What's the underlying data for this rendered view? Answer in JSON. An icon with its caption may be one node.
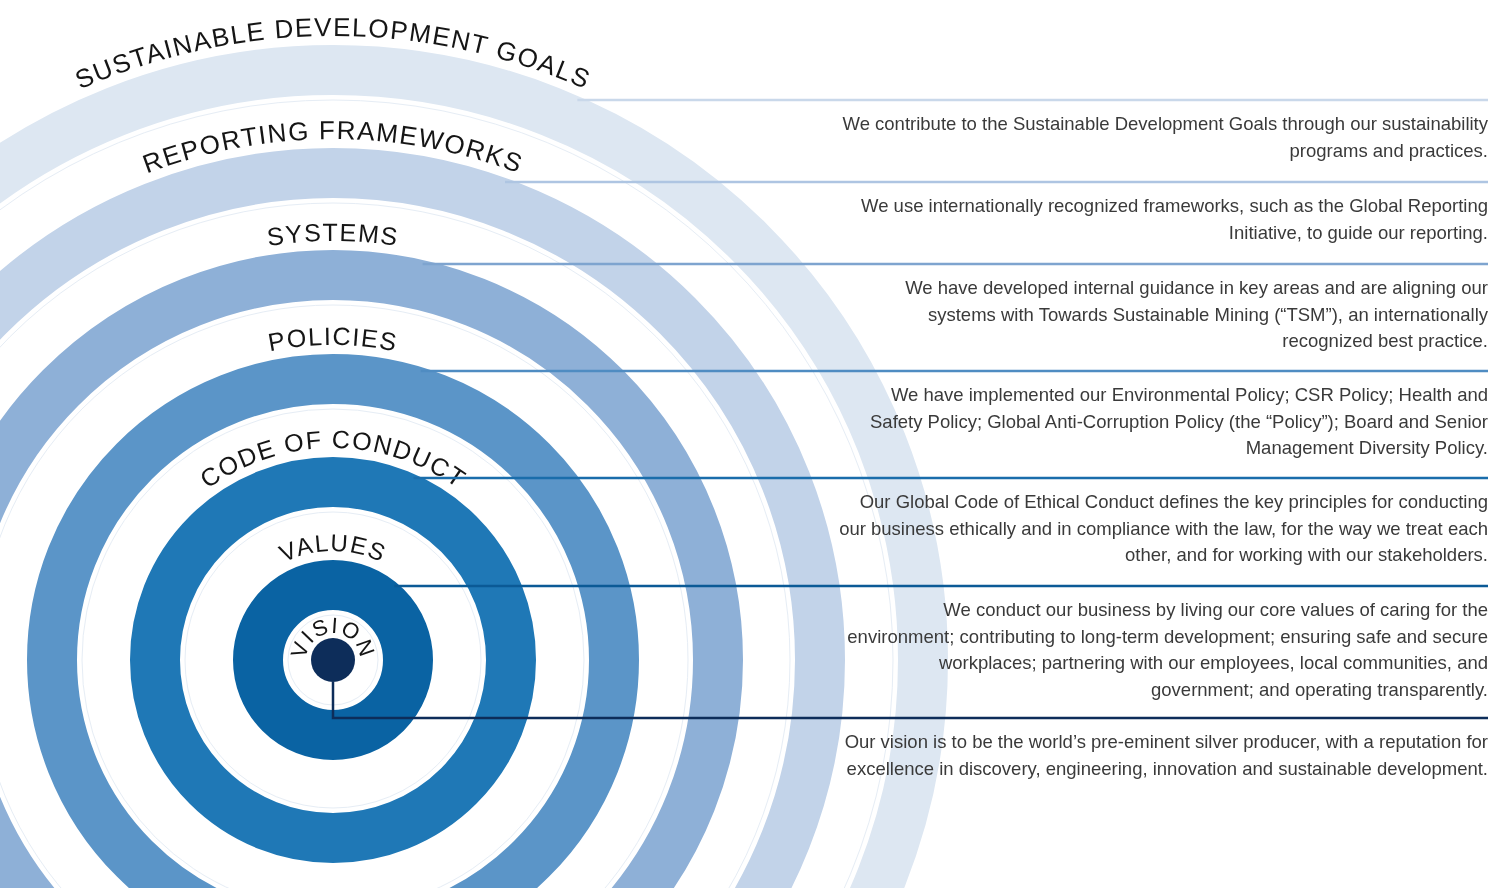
{
  "diagram": {
    "nodes": [
      {
        "text": [
          "SUSTAINABLE DEVELOPMENT GOALS"
        ]
      },
      {
        "text": [
          "We contribute to the Sustainable Development Goals through our sustainability programs and practices."
        ]
      },
      {
        "text": [
          "REPORTING FRAMEWORKS"
        ],
        "in": 0
      },
      {
        "text": [
          "We use internationally recognized frameworks, such as the Global Reporting Initiative, to guide our reporting."
        ]
      },
      {
        "text": [
          "SYSTEMS"
        ],
        "in": 2
      },
      {
        "text": [
          "We have developed internal guidance in key areas and are aligning our systems with Towards Sustainable Mining (“TSM”), an internationally recognized best practice."
        ]
      },
      {
        "text": [
          "POLICIES"
        ],
        "in": 4
      },
      {
        "text": [
          "We have implemented our Environmental Policy; CSR Policy; Health and Safety Policy; Global Anti-Corruption Policy (the “Policy”); Board and Senior Management Diversity Policy."
        ]
      },
      {
        "text": [
          "CODE OF CONDUCT"
        ],
        "in": 6
      },
      {
        "text": [
          "Our Global Code of Ethical Conduct defines the key principles for conducting our business ethically and in compliance with the law, for the way we treat each other, and for working with our stakeholders."
        ]
      },
      {
        "text": [
          "VALUES"
        ],
        "in": 8
      },
      {
        "text": [
          "We conduct our business by living our core values of caring for the environment; contributing to long-term development; ensuring safe and secure workplaces; partnering with our employees, local communities, and government; and operating transparently."
        ]
      },
      {
        "text": [
          "VISION"
        ],
        "in": 10
      },
      {
        "text": [
          "Our vision is to be the world’s pre-eminent silver producer, with a reputation for excellence in discovery, engineering, innovation and sustainable development."
        ]
      }
    ],
    "edges": [
      {
        "from": 0,
        "to": 1,
        "arrow": "none",
        "color": "#c9d8ea"
      },
      {
        "from": 2,
        "to": 3,
        "arrow": "none",
        "color": "#aec5e2"
      },
      {
        "from": 4,
        "to": 5,
        "arrow": "none",
        "color": "#7ea4cf"
      },
      {
        "from": 6,
        "to": 7,
        "arrow": "none",
        "color": "#4f8cc2"
      },
      {
        "from": 8,
        "to": 9,
        "arrow": "none",
        "color": "#1a6dab"
      },
      {
        "from": 10,
        "to": 11,
        "arrow": "none",
        "color": "#0b5a96"
      },
      {
        "from": 12,
        "to": 13,
        "arrow": "none",
        "color": "#0d2d5a"
      }
    ]
  }
}
